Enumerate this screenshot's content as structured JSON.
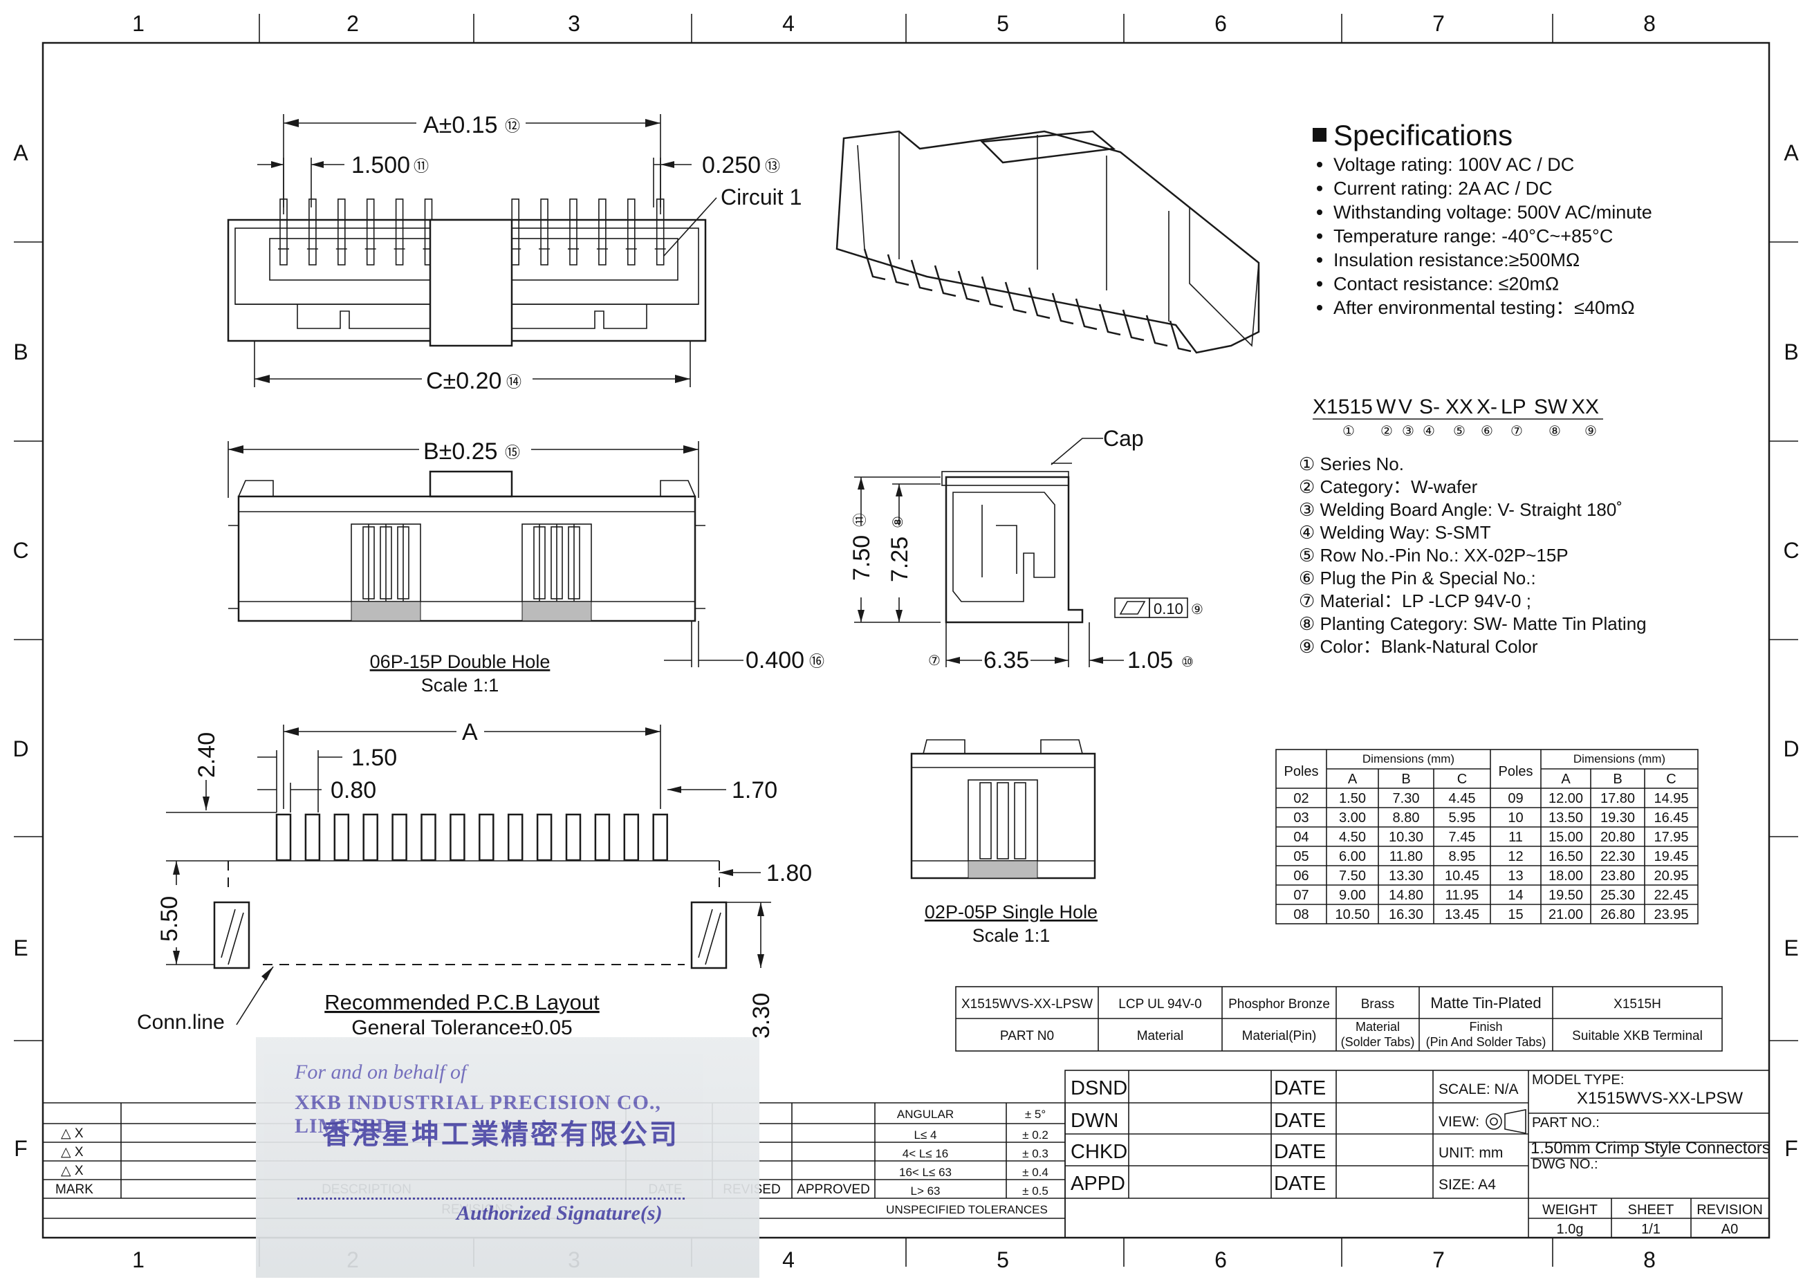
{
  "frame": {
    "columns": [
      "1",
      "2",
      "3",
      "4",
      "5",
      "6",
      "7",
      "8"
    ],
    "rows": [
      "A",
      "B",
      "C",
      "D",
      "E",
      "F"
    ]
  },
  "top_view": {
    "dim_a": "A±0.15",
    "dim_a_ref": "⑫",
    "pitch": "1.500",
    "pitch_ref": "⑪",
    "pin_width": "0.250",
    "pin_width_ref": "⑬",
    "circuit": "Circuit 1",
    "dim_c": "C±0.20",
    "dim_c_ref": "⑭"
  },
  "front_view": {
    "dim_b": "B±0.25",
    "dim_b_ref": "⑮",
    "lead": "0.400",
    "lead_ref": "⑯",
    "caption": "06P-15P Double Hole",
    "scale": "Scale 1:1"
  },
  "side_view": {
    "cap": "Cap",
    "height_total": "7.50",
    "height_total_ref": "⑪",
    "height_body": "7.25",
    "height_body_ref": "⑧",
    "flatness": "0.10",
    "flatness_ref": "⑨",
    "depth": "6.35",
    "depth_ref": "⑦",
    "tail": "1.05",
    "tail_ref": "⑩"
  },
  "single_view": {
    "caption": "02P-05P Single Hole",
    "scale": "Scale 1:1"
  },
  "pcb": {
    "dim_2_40": "2.40",
    "dim_a": "A",
    "dim_1_50": "1.50",
    "dim_0_80": "0.80",
    "dim_1_70": "1.70",
    "dim_1_80": "1.80",
    "dim_5_50": "5.50",
    "dim_3_30": "3.30",
    "conn_line": "Conn.line",
    "title": "Recommended P.C.B Layout",
    "tolerance": "General Tolerance±0.05"
  },
  "specs": {
    "title": "Specifications",
    "colon": ":",
    "items": [
      "Voltage rating: 100V AC / DC",
      "Current rating:  2A  AC / DC",
      "Withstanding voltage: 500V AC/minute",
      "Temperature range: -40°C~+85°C",
      "Insulation resistance:≥500MΩ",
      "Contact resistance: ≤20mΩ",
      "After environmental testing：≤40mΩ"
    ]
  },
  "part_code": {
    "segments": [
      "X1515",
      "W",
      "V",
      "S-",
      "XX",
      "X-",
      "LP",
      "SW",
      "XX"
    ],
    "refs": [
      "①",
      "②",
      "③",
      "④",
      "⑤",
      "⑥",
      "⑦",
      "⑧",
      "⑨"
    ],
    "legend": [
      "① Series No.",
      "② Category：W-wafer",
      "③ Welding Board Angle: V- Straight 180˚",
      "④ Welding Way:  S-SMT",
      "⑤ Row No.-Pin No.:  XX-02P~15P",
      "⑥ Plug the Pin & Special No.:",
      "⑦ Material：LP -LCP  94V-0 ;",
      "⑧ Planting Category:  SW- Matte Tin Plating",
      "⑨ Color：Blank-Natural Color"
    ]
  },
  "dim_table": {
    "poles_label": "Poles",
    "group_label": "Dimensions (mm)",
    "cols": [
      "A",
      "B",
      "C"
    ],
    "left": [
      [
        "02",
        "1.50",
        "7.30",
        "4.45"
      ],
      [
        "03",
        "3.00",
        "8.80",
        "5.95"
      ],
      [
        "04",
        "4.50",
        "10.30",
        "7.45"
      ],
      [
        "05",
        "6.00",
        "11.80",
        "8.95"
      ],
      [
        "06",
        "7.50",
        "13.30",
        "10.45"
      ],
      [
        "07",
        "9.00",
        "14.80",
        "11.95"
      ],
      [
        "08",
        "10.50",
        "16.30",
        "13.45"
      ]
    ],
    "right": [
      [
        "09",
        "12.00",
        "17.80",
        "14.95"
      ],
      [
        "10",
        "13.50",
        "19.30",
        "16.45"
      ],
      [
        "11",
        "15.00",
        "20.80",
        "17.95"
      ],
      [
        "12",
        "16.50",
        "22.30",
        "19.45"
      ],
      [
        "13",
        "18.00",
        "23.80",
        "20.95"
      ],
      [
        "14",
        "19.50",
        "25.30",
        "22.45"
      ],
      [
        "15",
        "21.00",
        "26.80",
        "23.95"
      ]
    ]
  },
  "material_table": {
    "values": [
      "X1515WVS-XX-LPSW",
      "LCP  UL 94V-0",
      "Phosphor Bronze",
      "Brass",
      "Matte Tin-Plated",
      "X1515H"
    ],
    "labels": [
      "PART N0",
      "Material",
      "Material(Pin)",
      "Material\n(Solder Tabs)",
      "Finish\n(Pin And Solder Tabs)",
      "Suitable XKB Terminal"
    ],
    "labels_split": [
      [
        "PART N0"
      ],
      [
        "Material"
      ],
      [
        "Material(Pin)"
      ],
      [
        "Material",
        "(Solder Tabs)"
      ],
      [
        "Finish",
        "(Pin And Solder Tabs)"
      ],
      [
        "Suitable XKB Terminal"
      ]
    ]
  },
  "title_block": {
    "roles": [
      "DSND",
      "DWN",
      "CHKD",
      "APPD"
    ],
    "date": "DATE",
    "scale": "SCALE: N/A",
    "view": "VIEW:",
    "unit": "UNIT:  mm",
    "size": "SIZE:  A4",
    "model_type_label": "MODEL TYPE:",
    "model_type": "X1515WVS-XX-LPSW",
    "part_no_label": "PART NO.:",
    "part_no": "1.50mm Crimp Style Connectors",
    "dwg_no_label": "DWG NO.:",
    "weight_label": "WEIGHT",
    "weight": "1.0g",
    "sheet_label": "SHEET",
    "sheet": "1/1",
    "revision_label": "REVISION",
    "revision": "A0"
  },
  "revision_block": {
    "marks": [
      "△ X",
      "△ X",
      "△ X"
    ],
    "mark": "MARK",
    "description": "DESCRIPTION",
    "date": "DATE",
    "revised": "REVISED",
    "approved": "APPROVED",
    "revisions": "REVISIONS"
  },
  "tolerances": {
    "rows": [
      [
        "ANGULAR",
        "± 5°"
      ],
      [
        "L≤ 4",
        "± 0.2"
      ],
      [
        "4< L≤ 16",
        "± 0.3"
      ],
      [
        "16< L≤ 63",
        "± 0.4"
      ],
      [
        "L> 63",
        "± 0.5"
      ]
    ],
    "footer": "UNSPECIFIED  TOLERANCES"
  },
  "stamp": {
    "line1": "For and on behalf of",
    "line2": "XKB INDUSTRIAL PRECISION CO., LIMITED",
    "line3": "香港星坤工業精密有限公司",
    "signature": "Authorized Signature(s)"
  }
}
